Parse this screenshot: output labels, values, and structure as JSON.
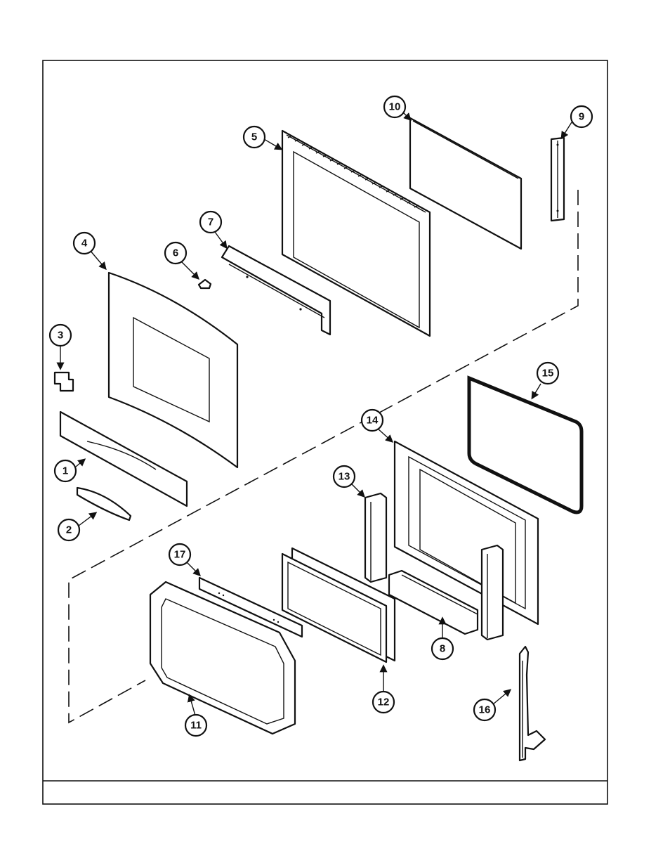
{
  "callouts": [
    {
      "id": "1",
      "label": "1"
    },
    {
      "id": "2",
      "label": "2"
    },
    {
      "id": "3",
      "label": "3"
    },
    {
      "id": "4",
      "label": "4"
    },
    {
      "id": "5",
      "label": "5"
    },
    {
      "id": "6",
      "label": "6"
    },
    {
      "id": "7",
      "label": "7"
    },
    {
      "id": "8",
      "label": "8"
    },
    {
      "id": "9",
      "label": "9"
    },
    {
      "id": "10",
      "label": "10"
    },
    {
      "id": "11",
      "label": "11"
    },
    {
      "id": "12",
      "label": "12"
    },
    {
      "id": "13",
      "label": "13"
    },
    {
      "id": "14",
      "label": "14"
    },
    {
      "id": "15",
      "label": "15"
    },
    {
      "id": "16",
      "label": "16"
    },
    {
      "id": "17",
      "label": "17"
    }
  ],
  "footer": {
    "caption": ""
  }
}
